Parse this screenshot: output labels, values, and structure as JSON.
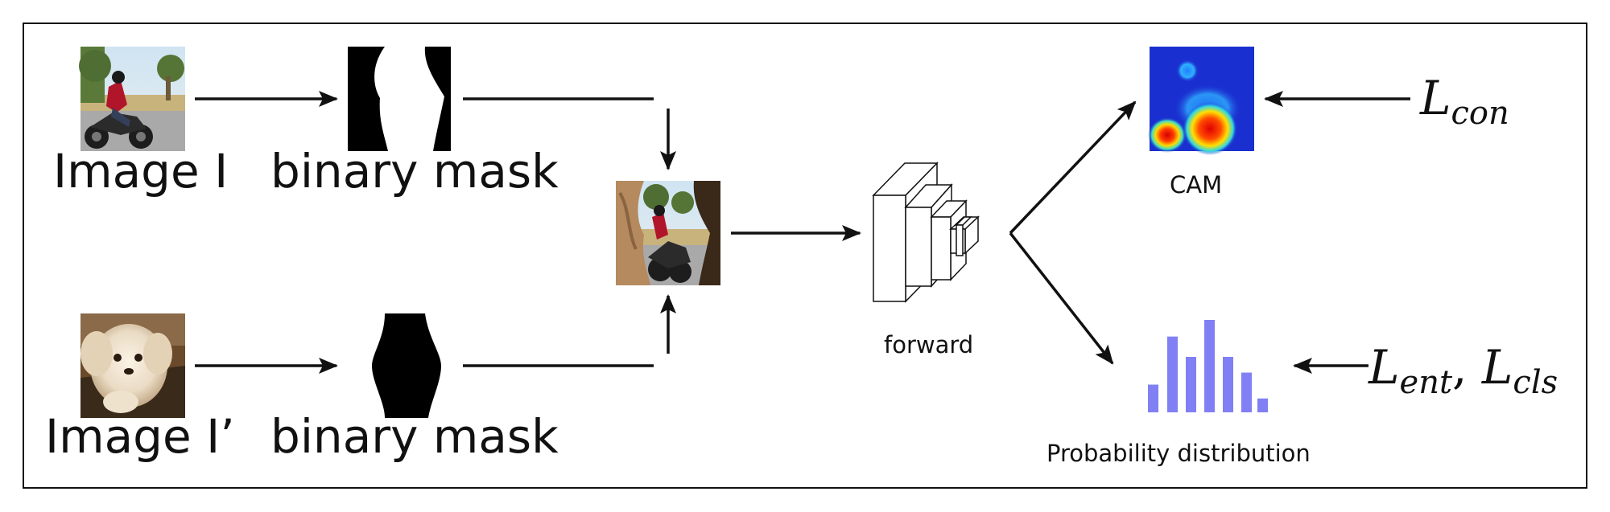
{
  "labels": {
    "image_i": "Image I",
    "image_i_prime": "Image I’",
    "binary_mask_top": "binary mask",
    "binary_mask_bottom": "binary mask",
    "forward": "forward",
    "cam": "CAM",
    "probability_distribution": "Probability distribution"
  },
  "losses": {
    "con": {
      "symbol": "L",
      "sub": "con"
    },
    "ent": {
      "symbol": "L",
      "sub": "ent"
    },
    "separator": ", ",
    "cls": {
      "symbol": "L",
      "sub": "cls"
    }
  },
  "icons": {
    "image_i": "motorcycle-rider-photo",
    "image_i_prime": "white-dog-photo",
    "mask_top": "binary-mask-two-edge-shapes",
    "mask_bottom": "binary-mask-center-blob",
    "mixed": "mixed-image-photo",
    "network": "cnn-layer-blocks",
    "cam": "cam-heatmap",
    "histogram": "probability-histogram"
  },
  "colors": {
    "histogram_bars": "#8080f4",
    "cam_background": "#1a2fd0",
    "stroke": "#111111"
  },
  "histogram_values": [
    0.3,
    0.82,
    0.6,
    1.0,
    0.6,
    0.43,
    0.15
  ]
}
